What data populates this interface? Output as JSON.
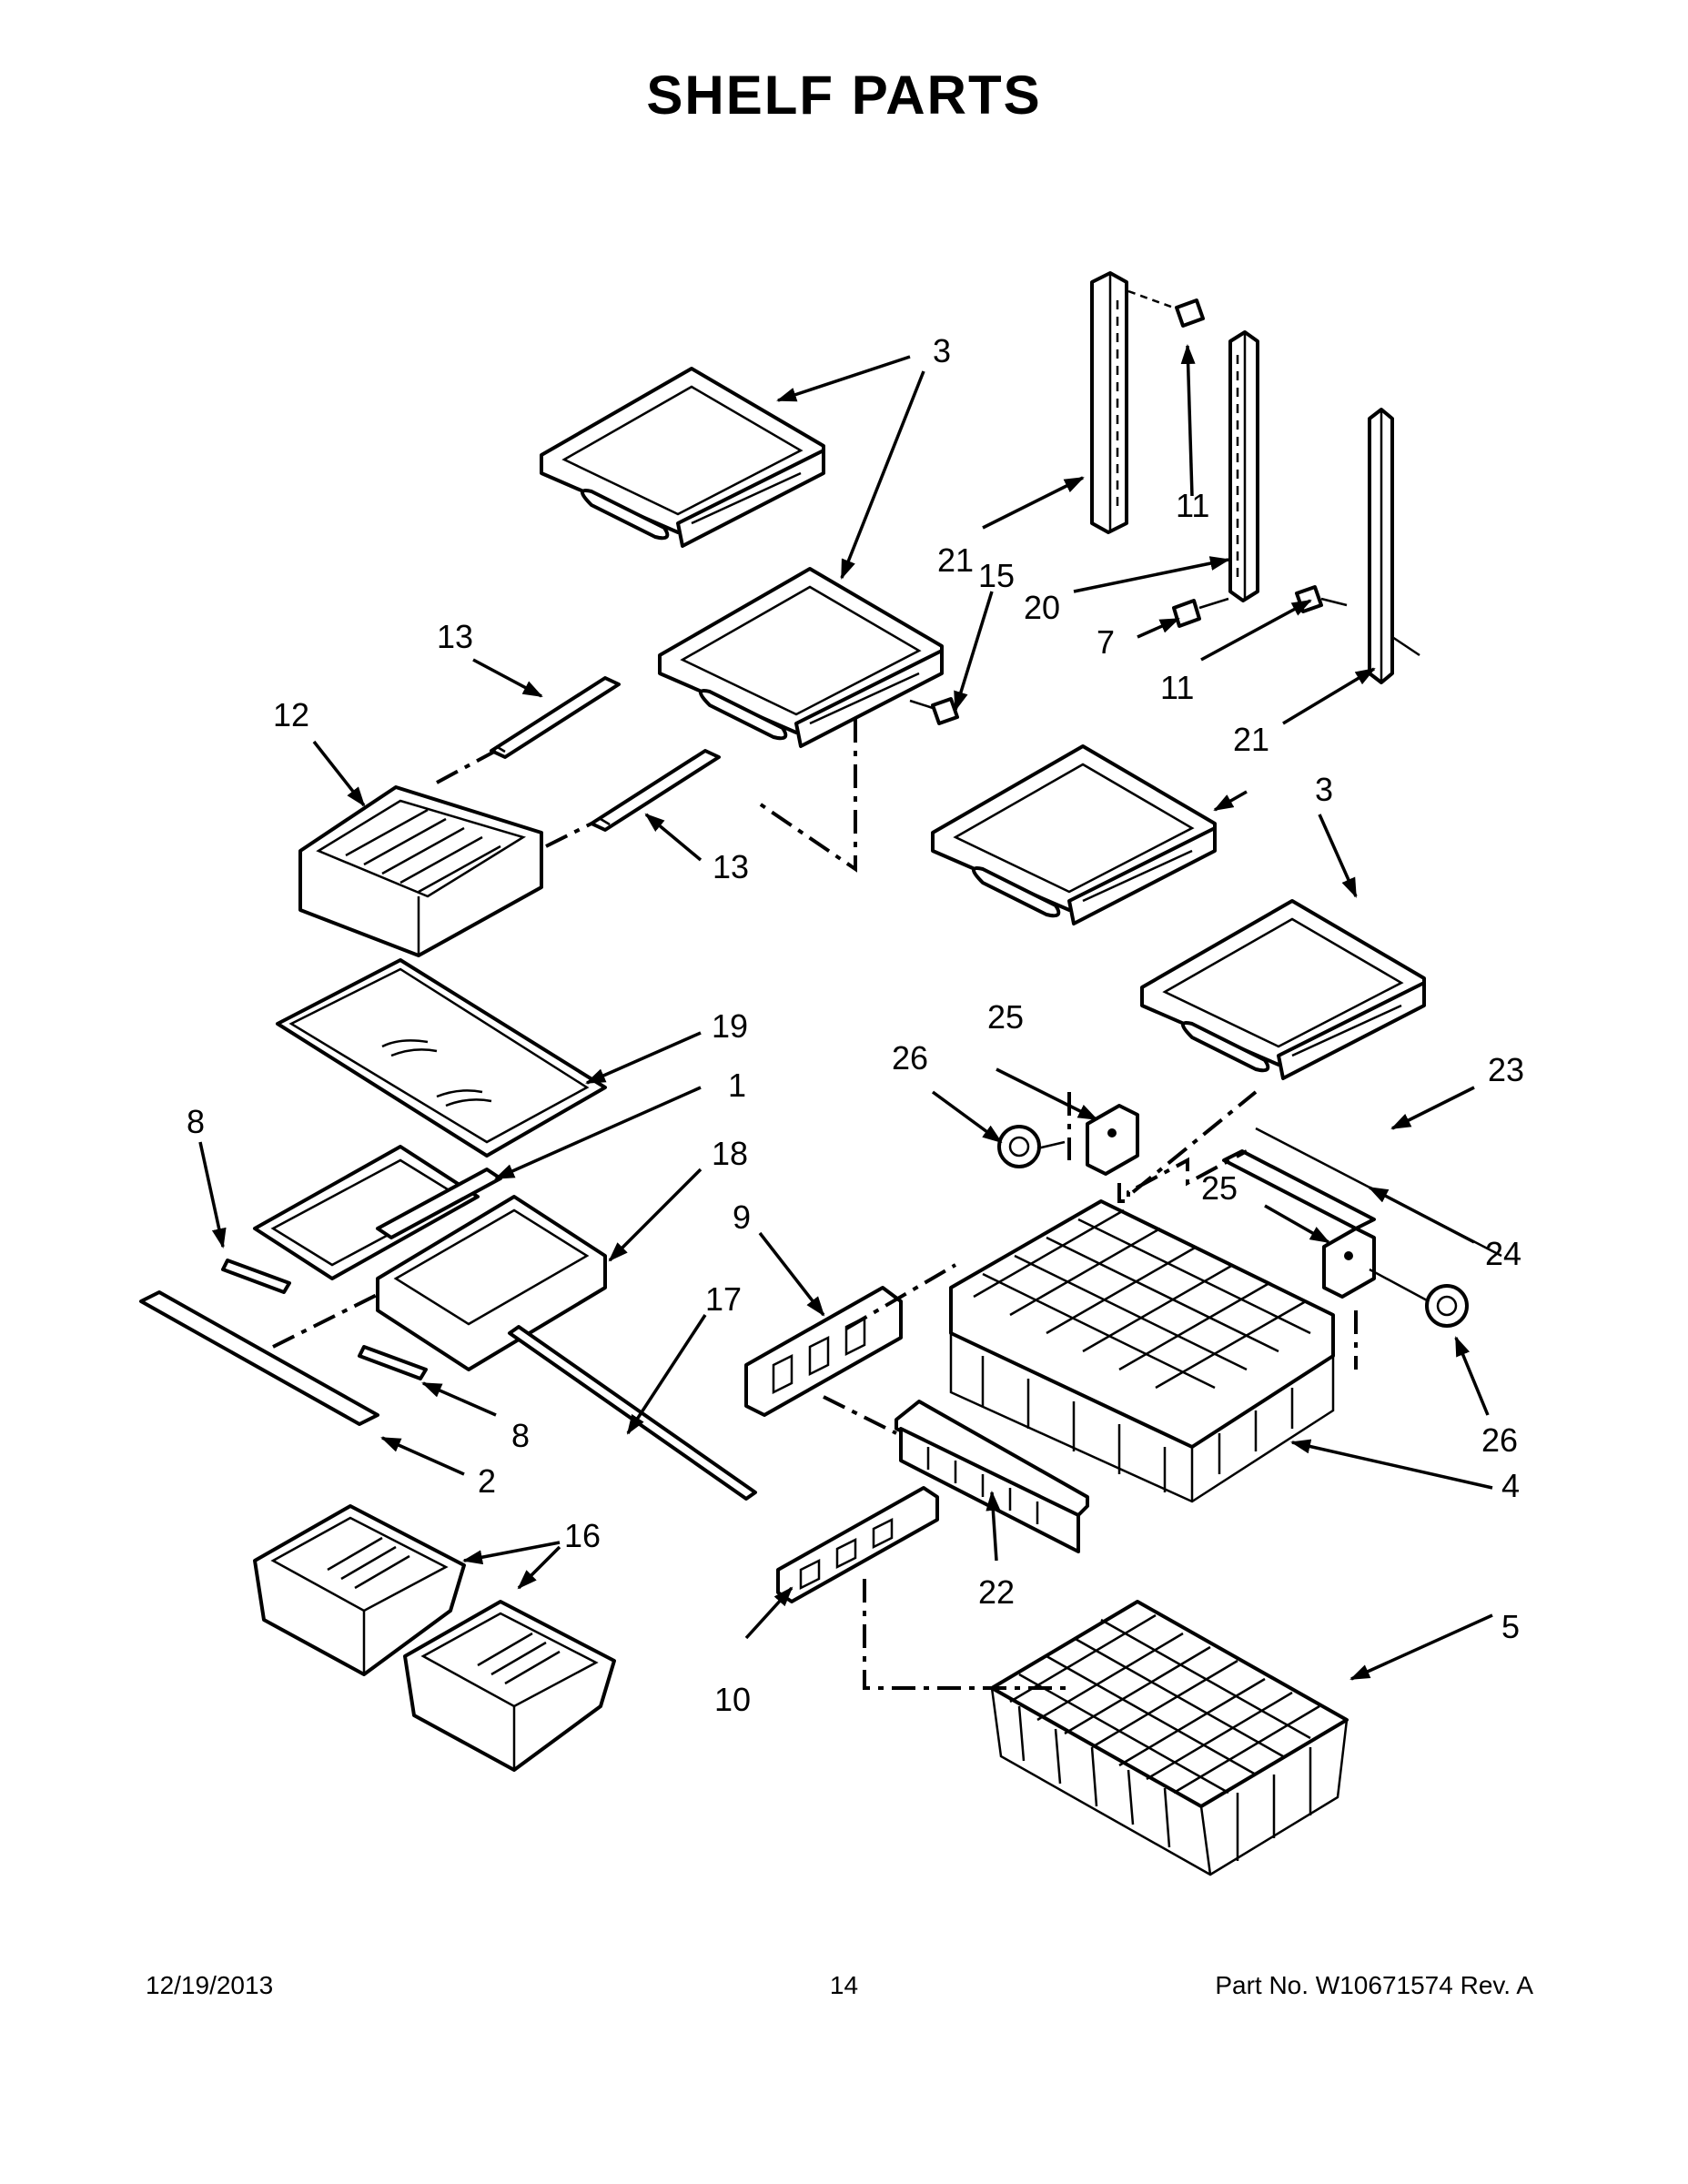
{
  "title": "SHELF PARTS",
  "footer": {
    "date": "12/19/2013",
    "page": "14",
    "part_number": "Part No.  W10671574  Rev.  A"
  },
  "callouts": {
    "c1": "1",
    "c2": "2",
    "c3a": "3",
    "c3b": "3",
    "c4": "4",
    "c5": "5",
    "c7": "7",
    "c8a": "8",
    "c8b": "8",
    "c9": "9",
    "c10": "10",
    "c11a": "11",
    "c11b": "11",
    "c12": "12",
    "c13a": "13",
    "c13b": "13",
    "c15": "15",
    "c16": "16",
    "c17": "17",
    "c18": "18",
    "c19": "19",
    "c20": "20",
    "c21a": "21",
    "c21b": "21",
    "c22": "22",
    "c23": "23",
    "c24": "24",
    "c25a": "25",
    "c25b": "25",
    "c26a": "26",
    "c26b": "26"
  }
}
